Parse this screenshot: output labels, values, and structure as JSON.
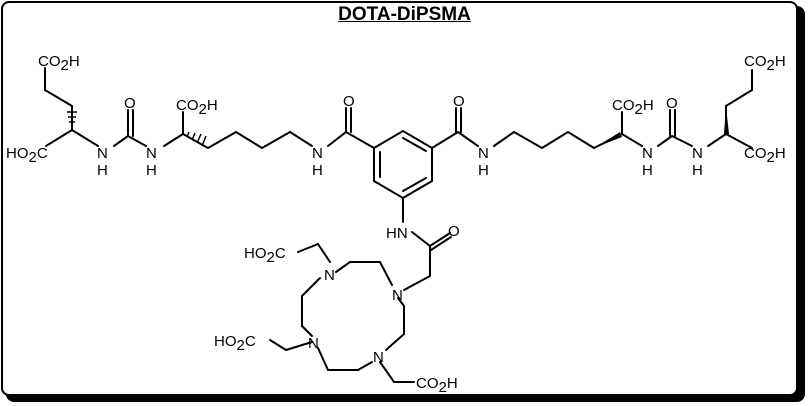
{
  "title": "DOTA-DiPSMA",
  "labels": {
    "co2h": "CO",
    "ho2c": "HO",
    "sub2": "2",
    "h": "H",
    "o": "O",
    "n": "N",
    "nh": "NH",
    "hn": "HN"
  }
}
